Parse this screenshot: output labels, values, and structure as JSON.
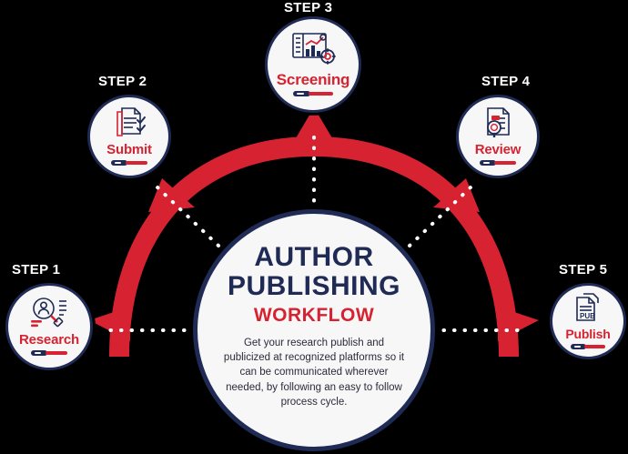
{
  "theme": {
    "background": "#000000",
    "accent_red": "#D72231",
    "navy": "#1F2A55",
    "node_fill": "#F7F7F7",
    "dot_color": "#FFFFFF"
  },
  "hub": {
    "title_line_1": "AUTHOR",
    "title_line_2": "PUBLISHING",
    "title_line_3": "WORKFLOW",
    "body": "Get your research publish and publicized at recognized platforms so it can be communicated wherever needed, by following an easy to follow process cycle."
  },
  "steps": [
    {
      "tag": "STEP 1",
      "label": "Research",
      "icon": "magnifier-person-icon"
    },
    {
      "tag": "STEP 2",
      "label": "Submit",
      "icon": "document-check-icon"
    },
    {
      "tag": "STEP 3",
      "label": "Screening",
      "icon": "chart-gear-icon"
    },
    {
      "tag": "STEP 4",
      "label": "Review",
      "icon": "document-magnifier-icon"
    },
    {
      "tag": "STEP 5",
      "label": "Publish",
      "icon": "document-pub-icon",
      "icon_text": "PUB"
    }
  ]
}
